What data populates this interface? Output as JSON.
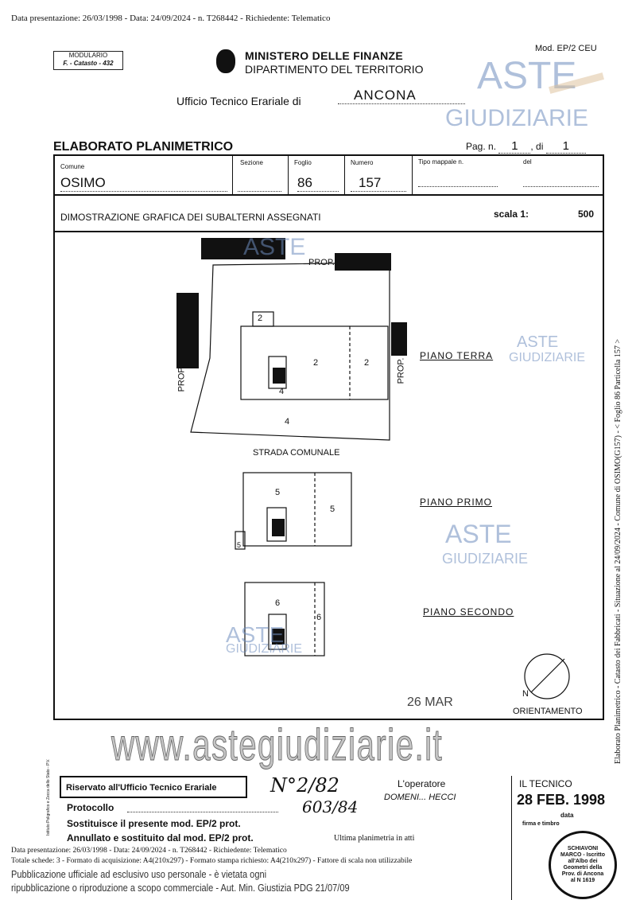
{
  "header_line": "Data presentazione: 26/03/1998 - Data: 24/09/2024 - n. T268442 - Richiedente: Telematico",
  "modulario": {
    "line1": "MODULARIO",
    "line2": "F. - Catasto - 432"
  },
  "ministry": "MINISTERO DELLE FINANZE",
  "department": "DIPARTIMENTO DEL TERRITORIO",
  "model": "Mod. EP/2 CEU",
  "ufficio_label": "Ufficio Tecnico Erariale di",
  "ufficio_value": "ANCONA",
  "watermark": {
    "top": "ASTE",
    "bottom": "GIUDIZIARIE",
    "site": "www.astegiudiziarie.it"
  },
  "title": "ELABORATO PLANIMETRICO",
  "pag": {
    "label": "Pag. n.",
    "value": "1",
    "of_label": ", di",
    "of_value": "1"
  },
  "fields": {
    "comune_label": "Comune",
    "comune": "OSIMO",
    "sezione_label": "Sezione",
    "sezione": "",
    "foglio_label": "Foglio",
    "foglio": "86",
    "numero_label": "Numero",
    "numero": "157",
    "tipo_label": "Tipo mappale n.",
    "del_label": "del"
  },
  "dimostrazione": "DIMOSTRAZIONE GRAFICA DEI SUBALTERNI ASSEGNATI",
  "scala": {
    "label": "scala 1:",
    "value": "500"
  },
  "plan": {
    "prop": "PROP.",
    "strada": "STRADA COMUNALE",
    "ground": {
      "label": "PIANO TERRA",
      "subs": [
        "2",
        "2",
        "2",
        "4",
        "4"
      ]
    },
    "first": {
      "label": "PIANO PRIMO",
      "subs": [
        "5",
        "5",
        "5"
      ]
    },
    "second": {
      "label": "PIANO SECONDO",
      "subs": [
        "6",
        "6"
      ]
    },
    "orientation": "ORIENTAMENTO",
    "north": "N",
    "stamp_date": "26 MAR"
  },
  "side_text": "Elaborato Planimetrico - Catasto dei Fabbricati - Situazione al 24/09/2024 - Comune di OSIMO(G157) - < Foglio 86 Particella 157 >",
  "left_side_text": "Istituto Poligrafico e Zecca dello Stato - P.V.",
  "reserved": {
    "title": "Riservato all'Ufficio Tecnico Erariale",
    "protocollo": "Protocollo",
    "sostituisce": "Sostituisce il presente mod. EP/2 prot.",
    "annullato": "Annullato e sostituito dal mod. EP/2 prot.",
    "operator": "L'operatore",
    "operator_name": "DOMENI... HECCI",
    "handwritten1": "N°2/82",
    "handwritten2": "603/84"
  },
  "tecnico": {
    "label": "IL TECNICO",
    "date": "28 FEB. 1998",
    "data_label": "data",
    "firma_label": "firma e timbro",
    "stamp": "SCHIAVONI MARCO - Iscritto all'Albo dei Geometri della Prov. di Ancona al N 1619"
  },
  "footer": {
    "ultima": "Ultima planimetria in atti",
    "data_line": "Data presentazione: 26/03/1998 - Data: 24/09/2024 - n. T268442 - Richiedente: Telematico",
    "totale": "Totale schede: 3 - Formato di acquisizione: A4(210x297) - Formato stampa richiesto: A4(210x297) - Fattore di scala non utilizzabile",
    "publication1": "Pubblicazione ufficiale ad esclusivo uso personale - è vietata ogni",
    "publication2": "ripubblicazione o riproduzione a scopo commerciale - Aut. Min. Giustizia PDG 21/07/09"
  }
}
